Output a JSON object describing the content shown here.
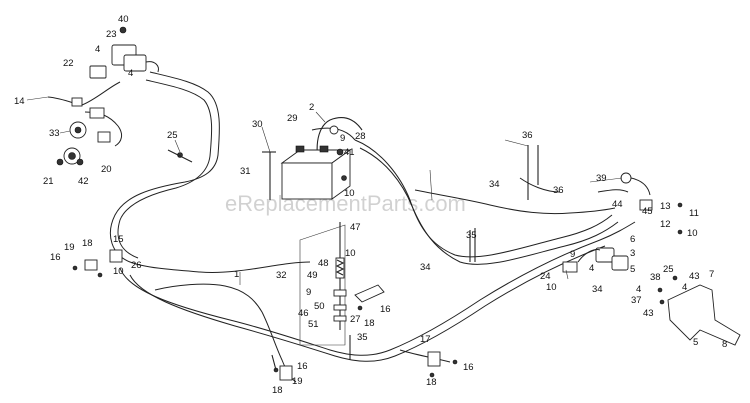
{
  "watermark": "eReplacementParts.com",
  "callouts": [
    {
      "id": "c40",
      "text": "40"
    },
    {
      "id": "c23",
      "text": "23"
    },
    {
      "id": "c4a",
      "text": "4"
    },
    {
      "id": "c4b",
      "text": "4"
    },
    {
      "id": "c22",
      "text": "22"
    },
    {
      "id": "c14",
      "text": "14"
    },
    {
      "id": "c33",
      "text": "33"
    },
    {
      "id": "c20",
      "text": "20"
    },
    {
      "id": "c21",
      "text": "21"
    },
    {
      "id": "c42",
      "text": "42"
    },
    {
      "id": "c25a",
      "text": "25"
    },
    {
      "id": "c30",
      "text": "30"
    },
    {
      "id": "c29",
      "text": "29"
    },
    {
      "id": "c31",
      "text": "31"
    },
    {
      "id": "c2",
      "text": "2"
    },
    {
      "id": "c9a",
      "text": "9"
    },
    {
      "id": "c28",
      "text": "28"
    },
    {
      "id": "c41",
      "text": "41"
    },
    {
      "id": "c10a",
      "text": "10"
    },
    {
      "id": "c36a",
      "text": "36"
    },
    {
      "id": "c34a",
      "text": "34"
    },
    {
      "id": "c36b",
      "text": "36"
    },
    {
      "id": "c39",
      "text": "39"
    },
    {
      "id": "c44",
      "text": "44"
    },
    {
      "id": "c45",
      "text": "45"
    },
    {
      "id": "c13",
      "text": "13"
    },
    {
      "id": "c11",
      "text": "11"
    },
    {
      "id": "c12",
      "text": "12"
    },
    {
      "id": "c10b",
      "text": "10"
    },
    {
      "id": "c19a",
      "text": "19"
    },
    {
      "id": "c18a",
      "text": "18"
    },
    {
      "id": "c16a",
      "text": "16"
    },
    {
      "id": "c15",
      "text": "15"
    },
    {
      "id": "c10c",
      "text": "10"
    },
    {
      "id": "c26",
      "text": "26"
    },
    {
      "id": "c1",
      "text": "1"
    },
    {
      "id": "c47",
      "text": "47"
    },
    {
      "id": "c10d",
      "text": "10"
    },
    {
      "id": "c32",
      "text": "32"
    },
    {
      "id": "c49",
      "text": "49"
    },
    {
      "id": "c9b",
      "text": "9"
    },
    {
      "id": "c50",
      "text": "50"
    },
    {
      "id": "c46",
      "text": "46"
    },
    {
      "id": "c51",
      "text": "51"
    },
    {
      "id": "c48",
      "text": "48"
    },
    {
      "id": "c34b",
      "text": "34"
    },
    {
      "id": "c16b",
      "text": "16"
    },
    {
      "id": "c18b",
      "text": "18"
    },
    {
      "id": "c27",
      "text": "27"
    },
    {
      "id": "c35a",
      "text": "35"
    },
    {
      "id": "c35b",
      "text": "35"
    },
    {
      "id": "c9c",
      "text": "9"
    },
    {
      "id": "c6",
      "text": "6"
    },
    {
      "id": "c3",
      "text": "3"
    },
    {
      "id": "c4c",
      "text": "4"
    },
    {
      "id": "c5a",
      "text": "5"
    },
    {
      "id": "c24",
      "text": "24"
    },
    {
      "id": "c10e",
      "text": "10"
    },
    {
      "id": "c34c",
      "text": "34"
    },
    {
      "id": "c38",
      "text": "38"
    },
    {
      "id": "c25b",
      "text": "25"
    },
    {
      "id": "c43a",
      "text": "43"
    },
    {
      "id": "c7",
      "text": "7"
    },
    {
      "id": "c4d",
      "text": "4"
    },
    {
      "id": "c37",
      "text": "37"
    },
    {
      "id": "c4e",
      "text": "4"
    },
    {
      "id": "c43b",
      "text": "43"
    },
    {
      "id": "c5b",
      "text": "5"
    },
    {
      "id": "c8",
      "text": "8"
    },
    {
      "id": "c17",
      "text": "17"
    },
    {
      "id": "c16c",
      "text": "16"
    },
    {
      "id": "c18c",
      "text": "18"
    },
    {
      "id": "c16d",
      "text": "16"
    },
    {
      "id": "c19b",
      "text": "19"
    },
    {
      "id": "c18d",
      "text": "18"
    }
  ]
}
